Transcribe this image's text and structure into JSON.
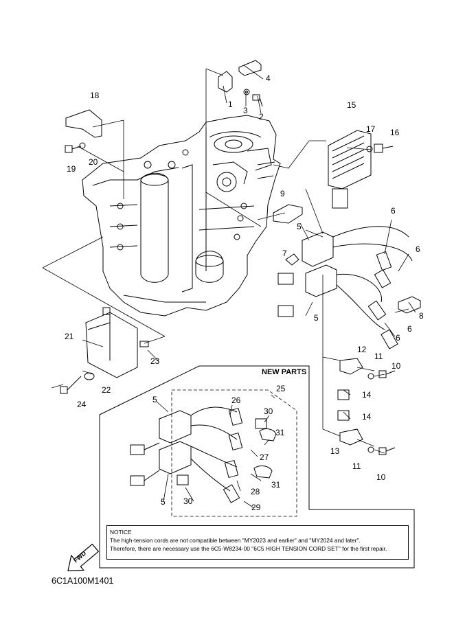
{
  "parts": {
    "p1": "1",
    "p2": "2",
    "p3": "3",
    "p4": "4",
    "p5a": "5",
    "p5b": "5",
    "p5c": "5",
    "p5d": "5",
    "p6a": "6",
    "p6b": "6",
    "p6c": "6",
    "p6d": "6",
    "p7": "7",
    "p8": "8",
    "p9": "9",
    "p10a": "10",
    "p10b": "10",
    "p11a": "11",
    "p11b": "11",
    "p12": "12",
    "p13": "13",
    "p14a": "14",
    "p14b": "14",
    "p15": "15",
    "p16": "16",
    "p17": "17",
    "p18": "18",
    "p19": "19",
    "p20": "20",
    "p21": "21",
    "p22": "22",
    "p23": "23",
    "p24": "24",
    "p25": "25",
    "p26": "26",
    "p27": "27",
    "p28": "28",
    "p29": "29",
    "p30a": "30",
    "p30b": "30",
    "p31a": "31",
    "p31b": "31"
  },
  "new_parts_title": "NEW PARTS",
  "notice": {
    "title": "NOTICE",
    "line1": "The high-tension cords are not compatible between \"MY2023 and earlier\" and \"MY2024 and later\".",
    "line2": "Therefore, there are necessary use the 6C5-W8234-00 \"6C5 HIGH TENSION CORD SET\" for the first repair."
  },
  "fwd_label": "FWD",
  "diagram_code": "6C1A100M1401"
}
